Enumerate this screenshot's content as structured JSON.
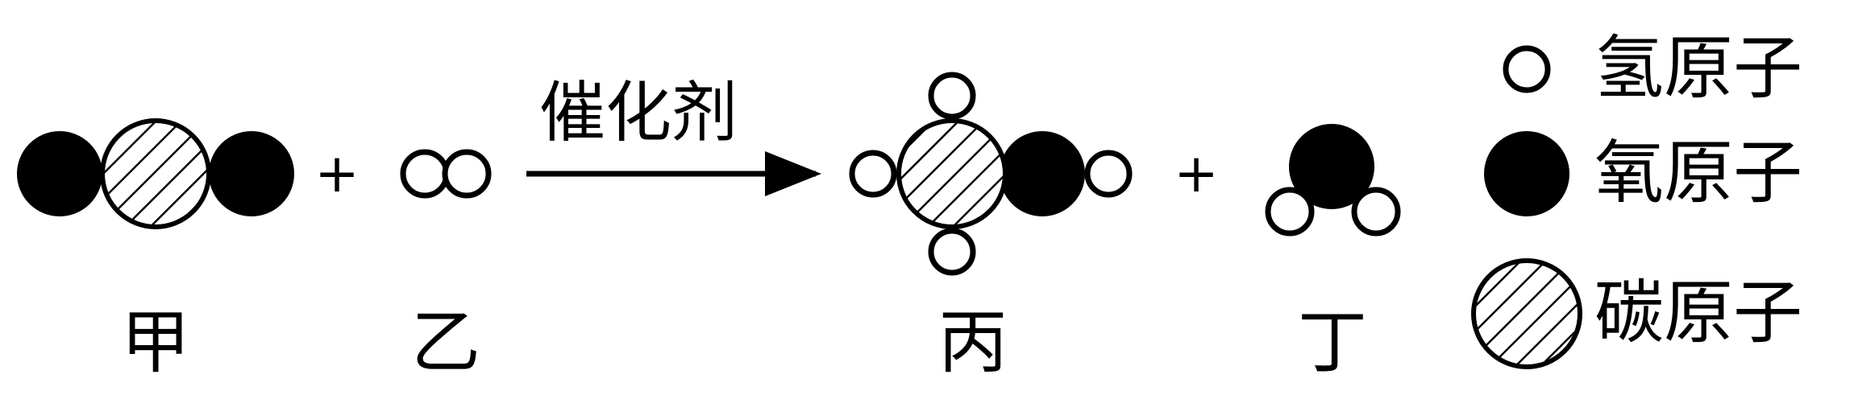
{
  "reaction": {
    "plus_1": "+",
    "plus_2": "+",
    "catalyst": "催化剂",
    "labels": {
      "jia": "甲",
      "yi": "乙",
      "bing": "丙",
      "ding": "丁"
    }
  },
  "legend": {
    "hydrogen": "氢原子",
    "oxygen": "氧原子",
    "carbon": "碳原子"
  },
  "colors": {
    "ink": "#000000",
    "background": "#ffffff"
  }
}
